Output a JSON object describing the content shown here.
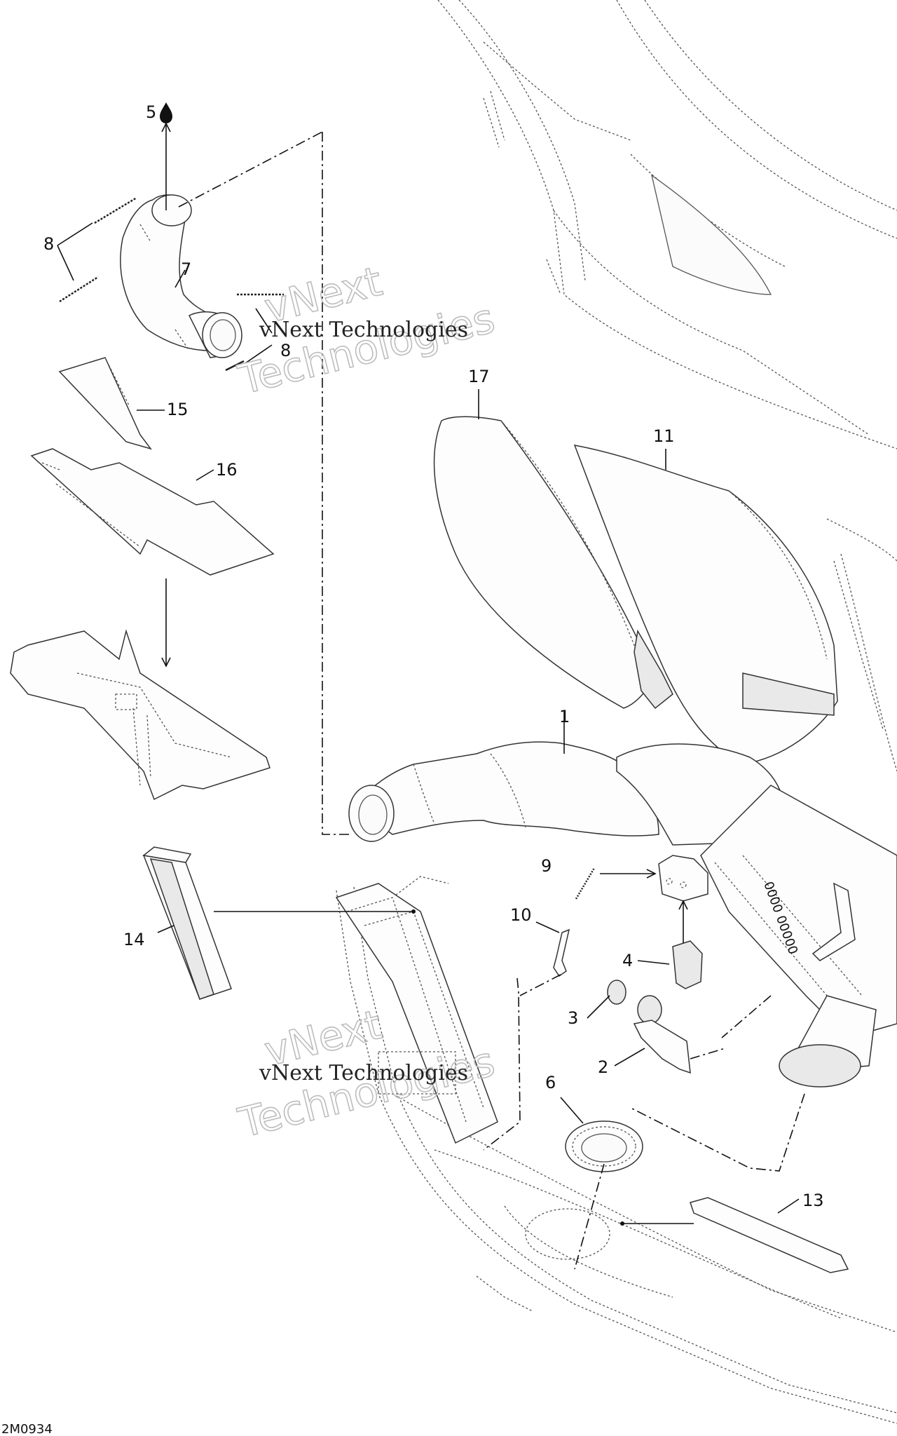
{
  "diagram": {
    "callouts": [
      {
        "id": "1",
        "label": "1"
      },
      {
        "id": "2",
        "label": "2"
      },
      {
        "id": "3",
        "label": "3"
      },
      {
        "id": "4",
        "label": "4"
      },
      {
        "id": "5",
        "label": "5"
      },
      {
        "id": "6",
        "label": "6"
      },
      {
        "id": "7",
        "label": "7"
      },
      {
        "id": "8a",
        "label": "8"
      },
      {
        "id": "8b",
        "label": "8"
      },
      {
        "id": "9",
        "label": "9"
      },
      {
        "id": "10",
        "label": "10"
      },
      {
        "id": "11",
        "label": "11"
      },
      {
        "id": "13",
        "label": "13"
      },
      {
        "id": "14",
        "label": "14"
      },
      {
        "id": "15",
        "label": "15"
      },
      {
        "id": "16",
        "label": "16"
      },
      {
        "id": "17",
        "label": "17"
      }
    ],
    "icons": {
      "lubricant": "oil-drop-icon"
    },
    "drawing_code": "2M0934"
  },
  "watermark": {
    "line_small": "vNext Technologies",
    "line_top": "vNext",
    "line_bottom": "Technologies"
  }
}
